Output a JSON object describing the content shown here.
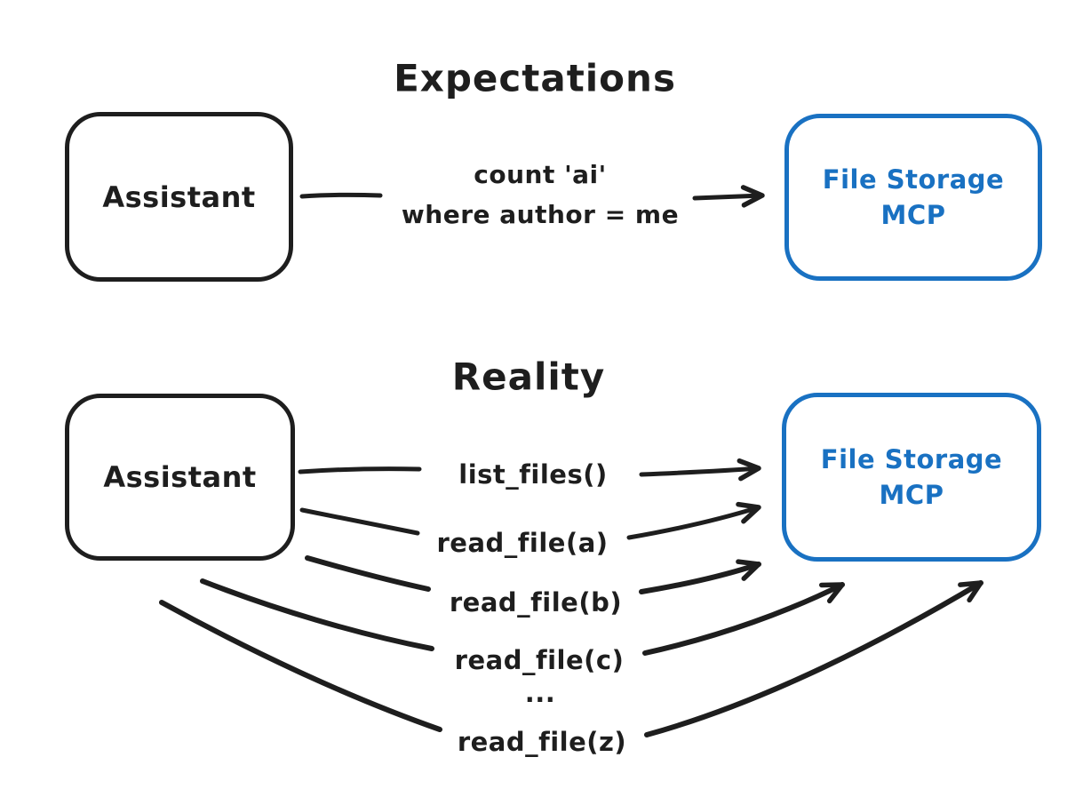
{
  "expectations": {
    "title": "Expectations",
    "assistant_label": "Assistant",
    "server_label_line1": "File Storage",
    "server_label_line2": "MCP",
    "request_line1": "count 'ai'",
    "request_line2": "where author = me"
  },
  "reality": {
    "title": "Reality",
    "assistant_label": "Assistant",
    "server_label_line1": "File Storage",
    "server_label_line2": "MCP",
    "calls": [
      "list_files()",
      "read_file(a)",
      "read_file(b)",
      "read_file(c)",
      "...",
      "read_file(z)"
    ]
  },
  "colors": {
    "ink": "#1e1e1e",
    "accent": "#1971c2",
    "background": "#ffffff"
  }
}
